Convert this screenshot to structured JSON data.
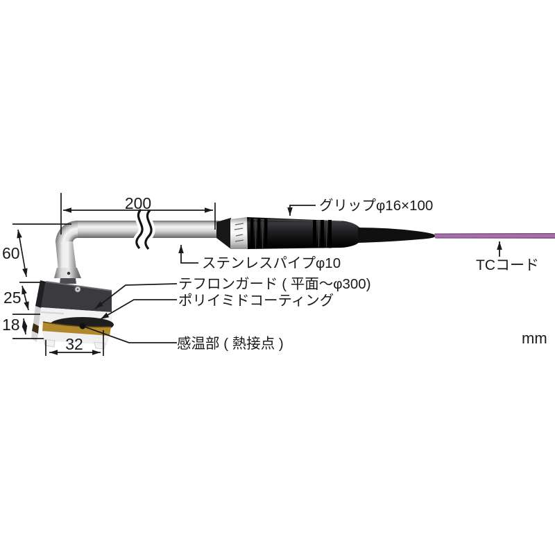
{
  "diagram": {
    "unit": "mm",
    "dimensions": {
      "pipe_length": "200",
      "bend_height": "60",
      "head_upper_height": "25",
      "head_lower_height": "18",
      "head_width": "32"
    },
    "labels": {
      "grip": "グリップφ16×100",
      "stainless_pipe": "ステンレスパイプφ10",
      "teflon_guard": "テフロンガード ( 平面～φ300)",
      "polyimide_coating": "ポリイミドコーティング",
      "sensing_part": "感温部 ( 熱接点 )",
      "tc_cord": "TCコード"
    },
    "colors": {
      "tc_cord": "#a471a6",
      "polyimide": "#b2882c",
      "grip": "#0d0d0d",
      "line": "#1a1a1a"
    }
  }
}
